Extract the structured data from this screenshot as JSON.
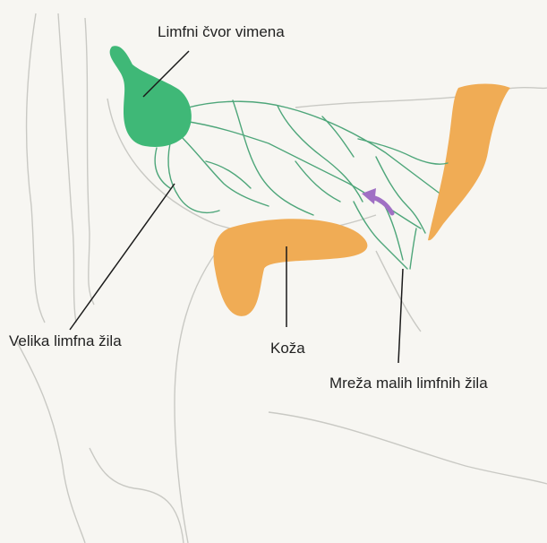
{
  "labels": {
    "lymph_node": "Limfni čvor vimena",
    "large_vessel": "Velika limfna žila",
    "skin": "Koža",
    "network": "Mreža malih limfnih žila"
  },
  "colors": {
    "background": "#f7f6f2",
    "lymph_node": "#3fb877",
    "vessels": "#4ea67a",
    "skin": "#f0ac55",
    "arrow": "#a070c4",
    "outline": "#c9c9c4",
    "leader": "#1a1a1a"
  }
}
